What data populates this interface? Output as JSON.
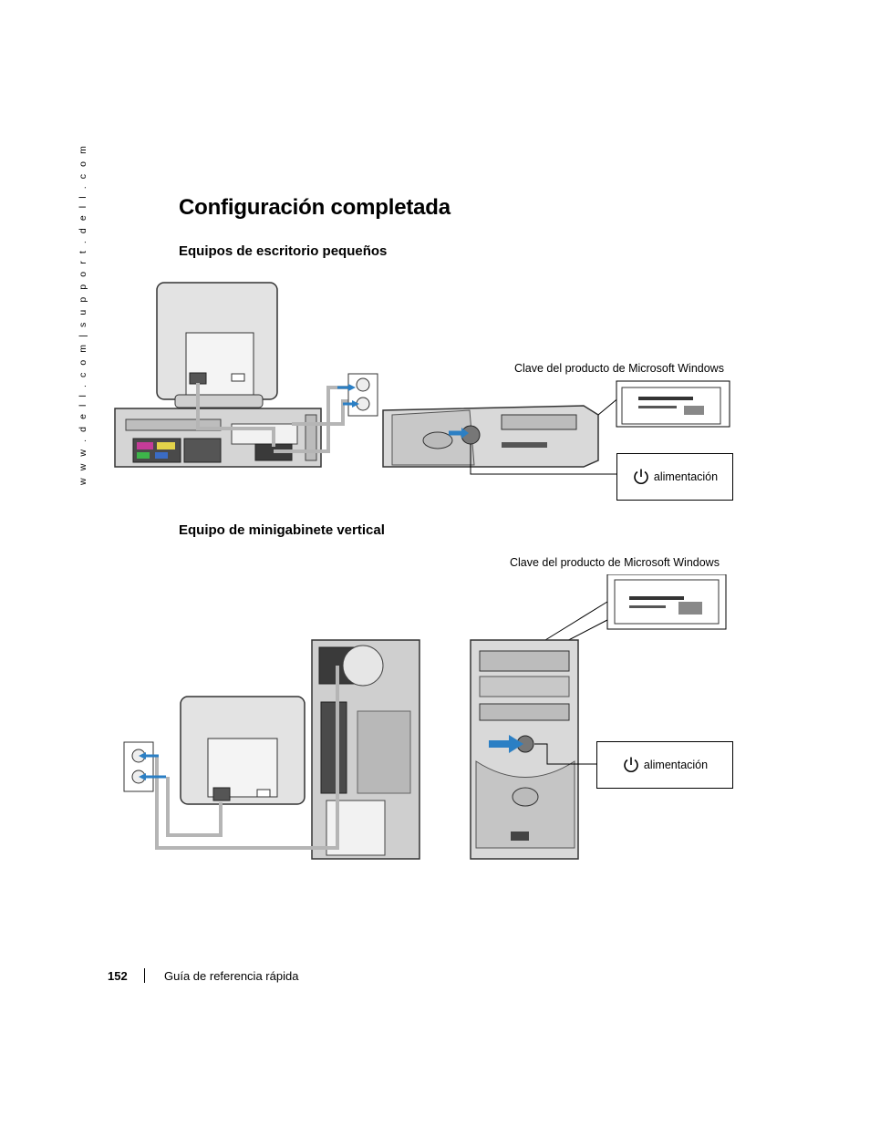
{
  "sidebar": {
    "url_text": "w w w . d e l l . c o m  |  s u p p o r t . d e l l . c o m"
  },
  "page": {
    "title": "Configuración completada"
  },
  "sections": [
    {
      "heading": "Equipos de escritorio pequeños",
      "product_key_caption": "Clave del producto de Microsoft Windows",
      "power_label": "alimentación"
    },
    {
      "heading": "Equipo de minigabinete vertical",
      "product_key_caption": "Clave del producto de Microsoft Windows",
      "power_label": "alimentación"
    }
  ],
  "footer": {
    "page_number": "152",
    "title": "Guía de referencia rápida"
  },
  "colors": {
    "arrow": "#2b7fc4",
    "cable": "#b5b5b5",
    "chassis": "#d9d9d9",
    "dark": "#3a3a3a"
  },
  "icons": [
    "power-icon",
    "arrow-icon",
    "dell-logo-icon"
  ]
}
